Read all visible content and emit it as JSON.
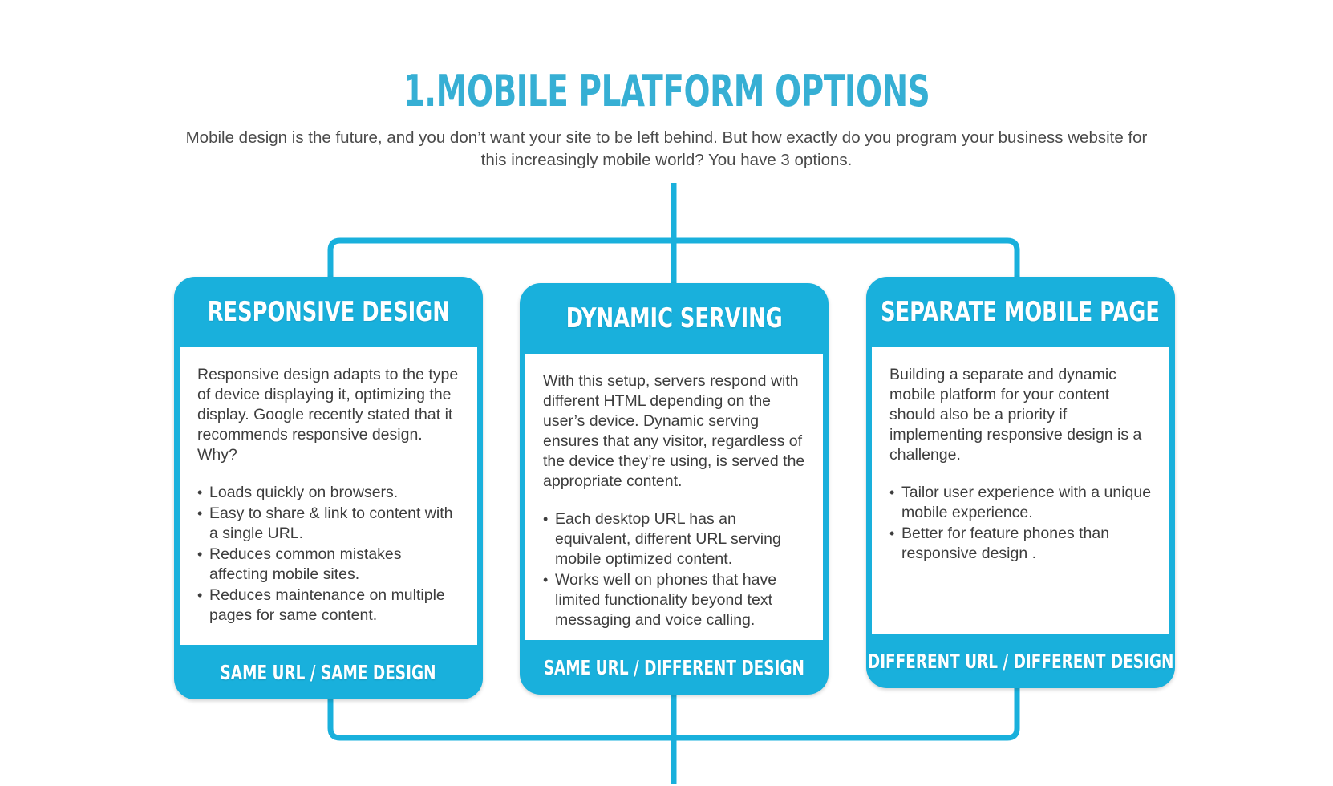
{
  "header": {
    "title": "1.MOBILE PLATFORM OPTIONS",
    "subtitle": "Mobile design is the future, and you don’t want your site to be left behind. But how exactly do you program your business website for this increasingly mobile world? You have 3 options."
  },
  "colors": {
    "brand_cyan": "#19B0DC",
    "title_cyan": "#36AFD4",
    "body_text": "#3d3d3d",
    "background": "#ffffff"
  },
  "cards": [
    {
      "title": "RESPONSIVE DESIGN",
      "paragraph": "Responsive design adapts to the type of device displaying it, optimizing the display. Google recently stated that it recommends responsive design. Why?",
      "bullets": [
        "Loads quickly on browsers.",
        "Easy to share & link to content with a single URL.",
        "Reduces common mistakes affecting mobile sites.",
        "Reduces maintenance on multiple pages for same content."
      ],
      "footer": "SAME URL / SAME DESIGN"
    },
    {
      "title": "DYNAMIC SERVING",
      "paragraph": "With this setup, servers respond with different HTML depending on the user’s device. Dynamic serving ensures that any visitor, regardless of the device they’re using, is served the appropriate content.",
      "bullets": [
        "Each desktop URL has an equivalent, different URL serving mobile optimized content.",
        "Works well on phones that have limited functionality beyond text messaging and voice calling."
      ],
      "footer": "SAME URL / DIFFERENT DESIGN"
    },
    {
      "title": "SEPARATE MOBILE PAGE",
      "paragraph": "Building a separate and dynamic mobile platform for your content should also be a priority if implementing responsive design is a challenge.",
      "bullets": [
        "Tailor user experience with a unique mobile experience.",
        "Better for feature phones than responsive design ."
      ],
      "footer": "DIFFERENT URL / DIFFERENT DESIGN"
    }
  ]
}
